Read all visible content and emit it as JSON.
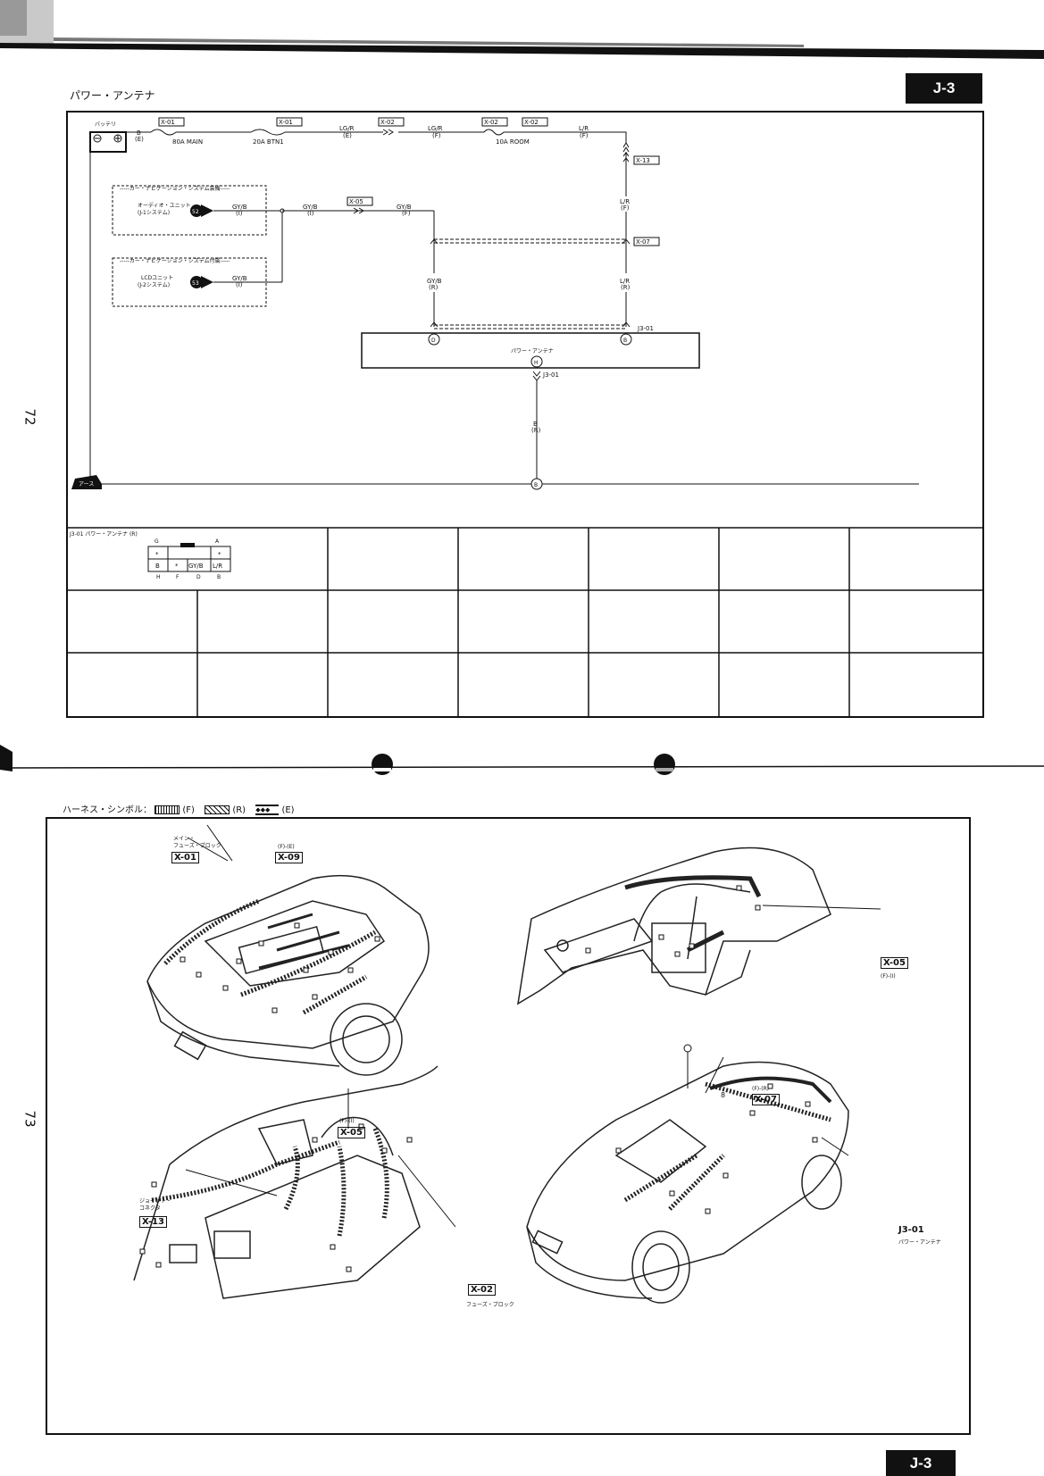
{
  "page": {
    "tab_top": "J-3",
    "tab_bottom": "J-3",
    "title": "パワー・アンテナ",
    "page_num_upper": "72",
    "page_num_lower": "73"
  },
  "schematic": {
    "battery_label": "バッテリ",
    "battery_wire": "B",
    "battery_wire_harness": "(E)",
    "connectors": {
      "x01a": "X-01",
      "x01b": "X-01",
      "x02a": "X-02",
      "x02b": "X-02",
      "x02c": "X-02",
      "x13": "X-13",
      "x05": "X-05",
      "x07": "X-07"
    },
    "fuse1": "80A MAIN",
    "fuse2": "20A BTN1",
    "fuse3": "10A ROOM",
    "wire_lgr_e": "LG/R",
    "wire_lgr_e_h": "(E)",
    "wire_lgr_f": "LG/R",
    "wire_lgr_f_h": "(F)",
    "wire_lr_f": "L/R",
    "wire_lr_f_h": "(F)",
    "wire_lr_f2": "L/R",
    "wire_lr_f2_h": "(F)",
    "wire_lr_r": "L/R",
    "wire_lr_r_h": "(R)",
    "nav_with_label": "-----カー・ナビゲーション・システム装備-----",
    "nav_with_unit": "オーディオ・ユニット",
    "nav_with_unit_sub": "(J-1システム)",
    "nav_with_ref": "52",
    "nav_without_label": "-----カー・ナビゲーション・システム付属-----",
    "nav_without_unit": "LCDユニット",
    "nav_without_unit_sub": "(J-2システム)",
    "nav_without_ref": "53",
    "wire_gyb_1": "GY/B",
    "wire_gyb_1_h": "(I)",
    "wire_gyb_2": "GY/B",
    "wire_gyb_2_h": "(I)",
    "wire_gyb_3": "GY/B",
    "wire_gyb_3_h": "(I)",
    "wire_gyb_4": "GY/B",
    "wire_gyb_4_h": "(F)",
    "wire_gyb_5": "GY/B",
    "wire_gyb_5_h": "(R)",
    "antenna_conn": "J3-01",
    "antenna_conn2": "J3-01",
    "antenna_label": "パワー・アンテナ",
    "pin_d": "D",
    "pin_b": "B",
    "pin_h": "H",
    "wire_b_r": "B",
    "wire_b_r_h": "(R)",
    "ground_pin": "B",
    "ground_label": "アース"
  },
  "connector_view": {
    "title": "J3-01 パワー・アンテナ (R)",
    "top_letters": [
      "G",
      "A"
    ],
    "row1": [
      "*",
      "",
      "*"
    ],
    "row2": [
      "B",
      "*",
      "GY/B",
      "L/R"
    ],
    "bottom_letters": [
      "H",
      "F",
      "D",
      "B"
    ]
  },
  "harness_section": {
    "legend_label": "ハーネス・シンボル：",
    "legend_f": "(F)",
    "legend_r": "(R)",
    "legend_e": "(E)",
    "callouts": {
      "x01": "X-01",
      "x01_desc1": "メイン・",
      "x01_desc2": "フューズ・ブロック",
      "x09": "X-09",
      "x09_h": "(F)-(E)",
      "x05a": "X-05",
      "x05a_h": "(F)-(I)",
      "x05b": "X-05",
      "x05b_h": "(F)-(I)",
      "x13": "X-13",
      "x13_desc1": "ジョイント・",
      "x13_desc2": "コネクタ",
      "x02": "X-02",
      "x02_desc": "フューズ・ブロック",
      "x07": "X-07",
      "x07_h": "(F)-(R)",
      "j301": "J3-01",
      "j301_desc": "パワー・アンテナ",
      "ground_no": "8"
    }
  }
}
